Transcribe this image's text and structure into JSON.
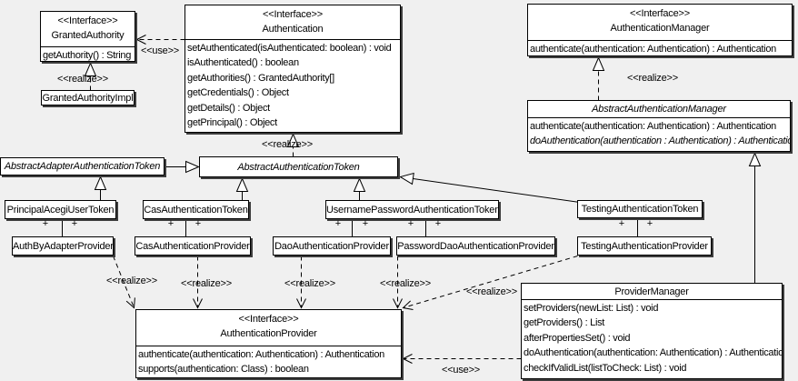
{
  "diagram": {
    "background": "#f0f0f0",
    "box_fill": "#ffffff",
    "line_color": "#000000",
    "shadow_color": "#3d3d3d"
  },
  "labels": {
    "use": "<<use>>",
    "realize": "<<realize>>",
    "plus": "+"
  },
  "classes": {
    "granted_authority": {
      "stereotype": "<<Interface>>",
      "name": "GrantedAuthority",
      "operations": [
        "getAuthority() : String"
      ]
    },
    "granted_authority_impl": {
      "name": "GrantedAuthorityImpl"
    },
    "authentication": {
      "stereotype": "<<Interface>>",
      "name": "Authentication",
      "operations": [
        "setAuthenticated(isAuthenticated: boolean) : void",
        "isAuthenticated() : boolean",
        "getAuthorities() : GrantedAuthority[]",
        "getCredentials() : Object",
        "getDetails() : Object",
        "getPrincipal() : Object"
      ]
    },
    "authentication_manager": {
      "stereotype": "<<Interface>>",
      "name": "AuthenticationManager",
      "operations": [
        "authenticate(authentication: Authentication) : Authentication"
      ]
    },
    "abstract_authentication_manager": {
      "name": "AbstractAuthenticationManager",
      "operations": [
        "authenticate(authentication: Authentication) : Authentication",
        "doAuthentication(authentication : Authentication) : Authentication"
      ]
    },
    "abstract_adapter_authentication_token": {
      "name": "AbstractAdapterAuthenticationToken"
    },
    "abstract_authentication_token": {
      "name": "AbstractAuthenticationToken"
    },
    "principal_acegi_user_token": {
      "name": "PrincipalAcegiUserToken"
    },
    "cas_authentication_token": {
      "name": "CasAuthenticationToken"
    },
    "username_password_authentication_token": {
      "name": "UsernamePasswordAuthenticationToken"
    },
    "testing_authentication_token": {
      "name": "TestingAuthenticationToken"
    },
    "auth_by_adapter_provider": {
      "name": "AuthByAdapterProvider"
    },
    "cas_authentication_provider": {
      "name": "CasAuthenticationProvider"
    },
    "dao_authentication_provider": {
      "name": "DaoAuthenticationProvider"
    },
    "password_dao_authentication_provider": {
      "name": "PasswordDaoAuthenticationProvider"
    },
    "testing_authentication_provider": {
      "name": "TestingAuthenticationProvider"
    },
    "authentication_provider": {
      "stereotype": "<<Interface>>",
      "name": "AuthenticationProvider",
      "operations": [
        "authenticate(authentication: Authentication) : Authentication",
        "supports(authentication: Class) : boolean"
      ]
    },
    "provider_manager": {
      "name": "ProviderManager",
      "operations": [
        "setProviders(newList: List) : void",
        "getProviders() : List",
        "afterPropertiesSet() : void",
        "doAuthentication(authentication: Authentication) : Authentication",
        "checkIfValidList(listToCheck: List) : void"
      ]
    }
  },
  "relationships": [
    {
      "type": "use",
      "from": "Authentication",
      "to": "GrantedAuthority",
      "label": "<<use>>"
    },
    {
      "type": "realize",
      "from": "GrantedAuthorityImpl",
      "to": "GrantedAuthority",
      "label": "<<realize>>"
    },
    {
      "type": "realize",
      "from": "AbstractAuthenticationToken",
      "to": "Authentication",
      "label": "<<realize>>"
    },
    {
      "type": "realize",
      "from": "AbstractAuthenticationManager",
      "to": "AuthenticationManager",
      "label": "<<realize>>"
    },
    {
      "type": "generalization",
      "from": "AbstractAdapterAuthenticationToken",
      "to": "AbstractAuthenticationToken"
    },
    {
      "type": "generalization",
      "from": "PrincipalAcegiUserToken",
      "to": "AbstractAdapterAuthenticationToken"
    },
    {
      "type": "generalization",
      "from": "CasAuthenticationToken",
      "to": "AbstractAuthenticationToken"
    },
    {
      "type": "generalization",
      "from": "UsernamePasswordAuthenticationToken",
      "to": "AbstractAuthenticationToken"
    },
    {
      "type": "generalization",
      "from": "TestingAuthenticationToken",
      "to": "AbstractAuthenticationToken"
    },
    {
      "type": "generalization",
      "from": "ProviderManager",
      "to": "AbstractAuthenticationManager"
    },
    {
      "type": "association",
      "from": "PrincipalAcegiUserToken",
      "to": "AuthByAdapterProvider",
      "end_labels": [
        "+",
        "+"
      ]
    },
    {
      "type": "association",
      "from": "CasAuthenticationToken",
      "to": "CasAuthenticationProvider",
      "end_labels": [
        "+",
        "+"
      ]
    },
    {
      "type": "association",
      "from": "UsernamePasswordAuthenticationToken",
      "to": "DaoAuthenticationProvider",
      "end_labels": [
        "+",
        "+"
      ]
    },
    {
      "type": "association",
      "from": "UsernamePasswordAuthenticationToken",
      "to": "PasswordDaoAuthenticationProvider",
      "end_labels": [
        "+",
        "+"
      ]
    },
    {
      "type": "association",
      "from": "TestingAuthenticationToken",
      "to": "TestingAuthenticationProvider",
      "end_labels": [
        "+",
        "+"
      ]
    },
    {
      "type": "realize",
      "from": "AuthByAdapterProvider",
      "to": "AuthenticationProvider",
      "label": "<<realize>>"
    },
    {
      "type": "realize",
      "from": "CasAuthenticationProvider",
      "to": "AuthenticationProvider",
      "label": "<<realize>>"
    },
    {
      "type": "realize",
      "from": "DaoAuthenticationProvider",
      "to": "AuthenticationProvider",
      "label": "<<realize>>"
    },
    {
      "type": "realize",
      "from": "PasswordDaoAuthenticationProvider",
      "to": "AuthenticationProvider",
      "label": "<<realize>>"
    },
    {
      "type": "realize",
      "from": "TestingAuthenticationProvider",
      "to": "AuthenticationProvider",
      "label": "<<realize>>"
    },
    {
      "type": "use",
      "from": "ProviderManager",
      "to": "AuthenticationProvider",
      "label": "<<use>>"
    }
  ]
}
